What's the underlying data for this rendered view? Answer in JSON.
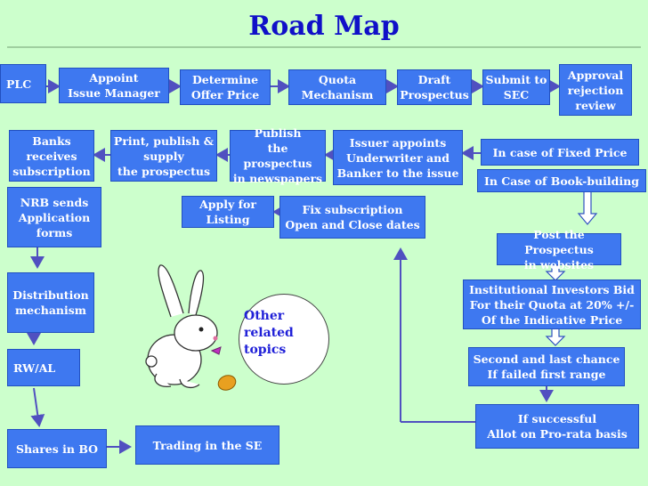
{
  "title": "Road Map",
  "boxes": {
    "plc": "PLC",
    "appoint": "Appoint\nIssue Manager",
    "determine": "Determine\nOffer Price",
    "quota": "Quota\nMechanism",
    "draft": "Draft\nProspectus",
    "submit": "Submit to\nSEC",
    "approval": "Approval\nrejection\nreview",
    "banks": "Banks\nreceives\nsubscription",
    "print": "Print, publish &\nsupply\nthe prospectus",
    "publish": "Publish\nthe prospectus\nin newspapers",
    "issuer": "Issuer appoints\nUnderwriter and\nBanker to the issue",
    "fixed": "In case of Fixed Price",
    "bookbuilding": "In Case of Book-building",
    "nrb": "NRB sends\nApplication\nforms",
    "listing": "Apply for\nListing",
    "fix_sub": "Fix subscription\nOpen and Close dates",
    "post": "Post the Prospectus\nin websites",
    "institutional": "Institutional Investors Bid\nFor their Quota at 20% +/-\nOf the Indicative Price",
    "distribution": "Distribution\nmechanism",
    "second": "Second and last chance\nIf failed first range",
    "rwal": "RW/AL",
    "successful": "If successful\nAllot  on Pro-rata basis",
    "shares": "Shares in BO",
    "trading": "Trading in the SE"
  },
  "bubble_text": "Other\nrelated\ntopics",
  "icons": {
    "rabbit": "rabbit-icon",
    "egg": "egg-icon"
  },
  "colors": {
    "background": "#ccffcc",
    "box_fill": "#3e78f0",
    "title": "#1010c8",
    "bubble_text": "#2020d8",
    "egg": "#e8a020"
  }
}
